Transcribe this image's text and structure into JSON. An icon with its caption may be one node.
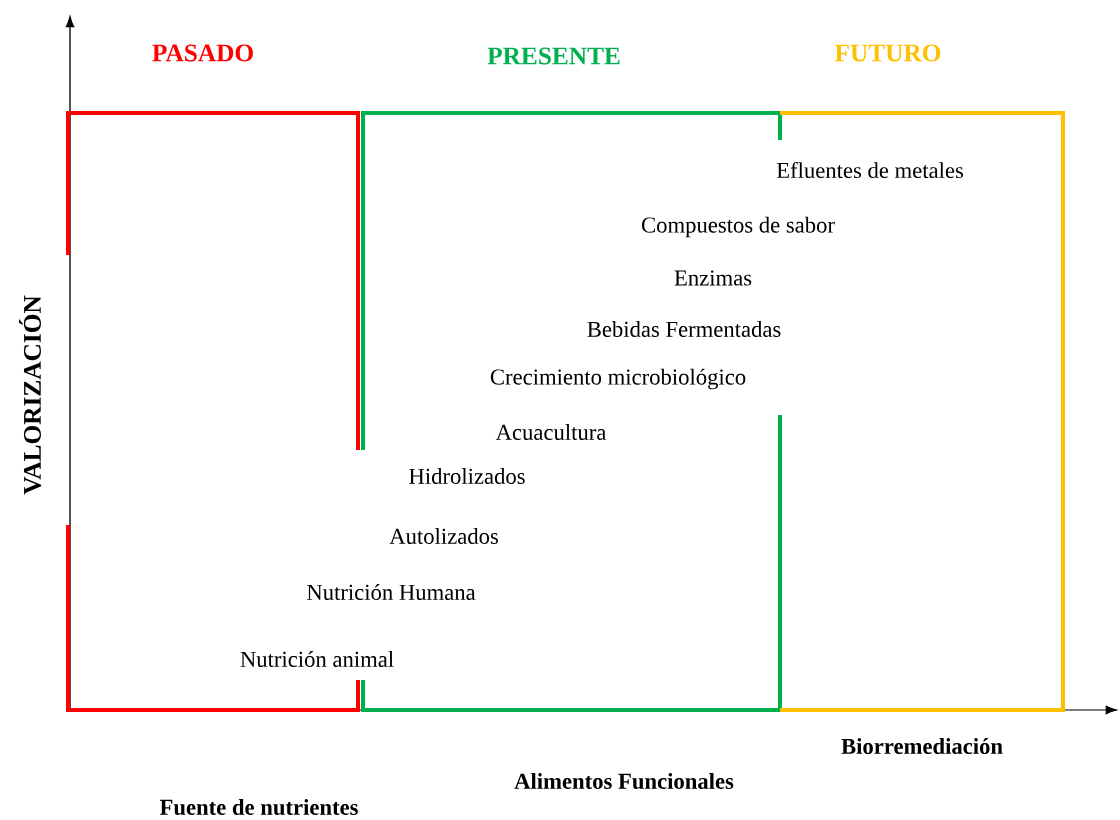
{
  "diagram": {
    "nodes": [
      {
        "text": [
          "PASADO"
        ],
        "beside": [
          "Fuente de nutrientes"
        ]
      },
      {
        "text": [
          "PRESENTE"
        ],
        "beside": [
          "Alimentos Funcionales"
        ]
      },
      {
        "text": [
          "FUTURO"
        ],
        "beside": [
          "Biorremediación"
        ]
      }
    ],
    "edges": [],
    "labels": [
      "VALORIZACIÓN",
      "Efluentes de metales",
      "Compuestos de sabor",
      "Enzimas",
      "Bebidas Fermentadas",
      "Crecimiento microbiológico",
      "Acuacultura",
      "Hidrolizados",
      "Autolizados",
      "Nutrición Humana",
      "Nutrición animal"
    ]
  }
}
